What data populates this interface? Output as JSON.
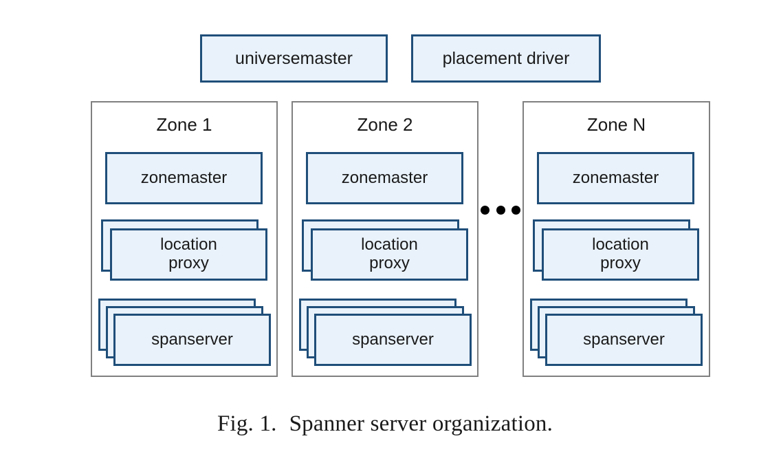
{
  "figure": {
    "caption_label": "Fig. 1.",
    "caption_text": "Spanner server organization.",
    "background_color": "#ffffff"
  },
  "style": {
    "node_fill": "#e9f2fb",
    "node_border": "#1f4e79",
    "zone_border": "#808080",
    "text_color": "#1a1a1a",
    "dot_color": "#000000"
  },
  "top_level": [
    {
      "id": "universemaster",
      "label": "universemaster"
    },
    {
      "id": "placement-driver",
      "label": "placement driver"
    }
  ],
  "zones": [
    {
      "id": "zone-1",
      "title": "Zone 1",
      "components": [
        {
          "id": "zonemaster",
          "label": "zonemaster",
          "replicas": 1
        },
        {
          "id": "location-proxy",
          "label": "location\nproxy",
          "replicas": 2
        },
        {
          "id": "spanserver",
          "label": "spanserver",
          "replicas": 3
        }
      ]
    },
    {
      "id": "zone-2",
      "title": "Zone 2",
      "components": [
        {
          "id": "zonemaster",
          "label": "zonemaster",
          "replicas": 1
        },
        {
          "id": "location-proxy",
          "label": "location\nproxy",
          "replicas": 2
        },
        {
          "id": "spanserver",
          "label": "spanserver",
          "replicas": 3
        }
      ]
    },
    {
      "id": "zone-n",
      "title": "Zone N",
      "components": [
        {
          "id": "zonemaster",
          "label": "zonemaster",
          "replicas": 1
        },
        {
          "id": "location-proxy",
          "label": "location\nproxy",
          "replicas": 2
        },
        {
          "id": "spanserver",
          "label": "spanserver",
          "replicas": 3
        }
      ]
    }
  ],
  "ellipsis": {
    "id": "zones-continuation",
    "label": "• • •",
    "dot_count": 3
  }
}
